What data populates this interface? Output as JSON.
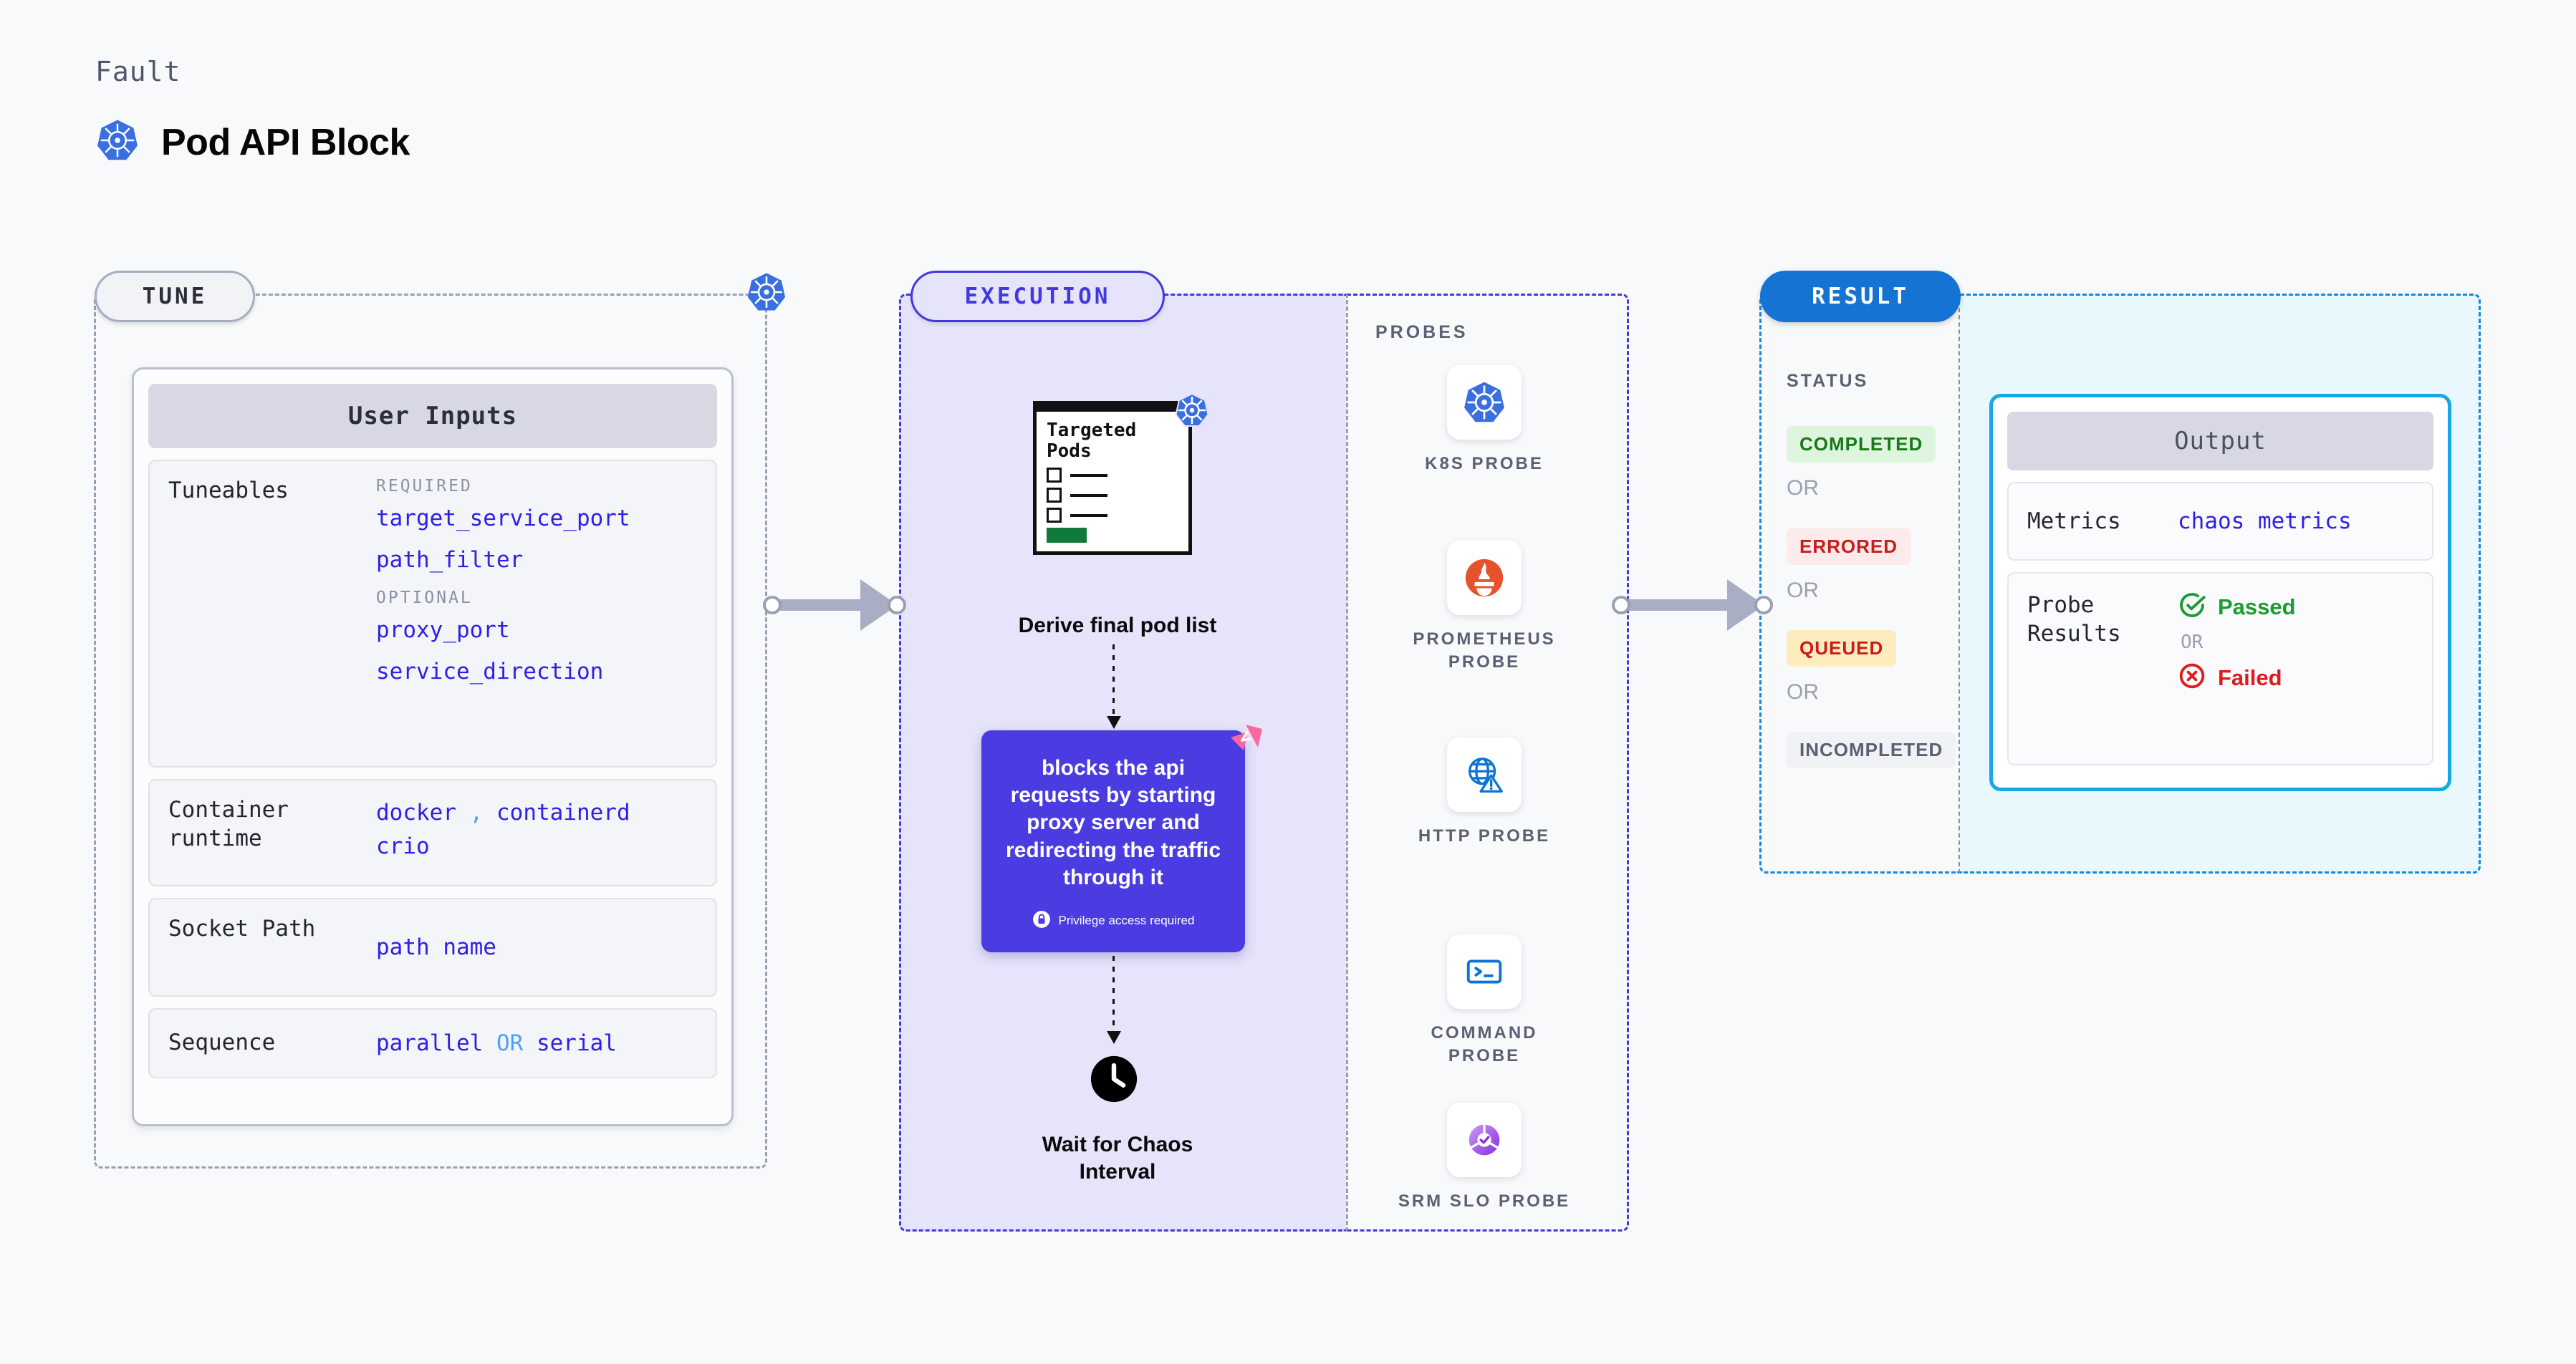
{
  "header": {
    "eyebrow": "Fault",
    "title": "Pod API Block",
    "icon": "kubernetes-icon"
  },
  "tune": {
    "badge": "TUNE",
    "border_icon": "kubernetes-icon",
    "card_title": "User Inputs",
    "rows": [
      {
        "label": "Tuneables",
        "groups": [
          {
            "title": "REQUIRED",
            "items": [
              "target_service_port",
              "path_filter"
            ]
          },
          {
            "title": "OPTIONAL",
            "items": [
              "proxy_port",
              "service_direction"
            ]
          }
        ]
      },
      {
        "label": "Container runtime",
        "values_line1": [
          "docker",
          "containerd"
        ],
        "values_line2": [
          "crio"
        ],
        "separator": ","
      },
      {
        "label": "Socket Path",
        "value": "path name"
      },
      {
        "label": "Sequence",
        "value_left": "parallel",
        "or": "OR",
        "value_right": "serial"
      }
    ]
  },
  "execution": {
    "badge": "EXECUTION",
    "pods_card": {
      "title": "Targeted Pods",
      "icon": "kubernetes-icon",
      "checkbox_rows": 3
    },
    "step1_label": "Derive final pod list",
    "action_box": {
      "text": "blocks the api requests by starting proxy server and redirecting the traffic through it",
      "privilege_note": "Privilege access required",
      "privilege_icon": "lock-icon",
      "corner_icon": "litmus-logo-icon",
      "color": "#4a3ce0"
    },
    "step2_label": "Wait for Chaos Interval",
    "step2_icon": "clock-icon"
  },
  "probes": {
    "title": "PROBES",
    "items": [
      {
        "name": "K8S PROBE",
        "icon": "kubernetes-icon"
      },
      {
        "name": "PROMETHEUS PROBE",
        "icon": "prometheus-icon"
      },
      {
        "name": "HTTP PROBE",
        "icon": "globe-warning-icon"
      },
      {
        "name": "COMMAND PROBE",
        "icon": "terminal-icon"
      },
      {
        "name": "SRM SLO PROBE",
        "icon": "slo-donut-icon"
      }
    ]
  },
  "result": {
    "badge": "RESULT",
    "status_title": "STATUS",
    "or_label": "OR",
    "statuses": [
      {
        "label": "COMPLETED",
        "color": "#177a17",
        "bg": "#ddf5dd"
      },
      {
        "label": "ERRORED",
        "color": "#c81c1c",
        "bg": "#fdeaea"
      },
      {
        "label": "QUEUED",
        "color": "#c81c1c",
        "bg": "#fdedbe"
      },
      {
        "label": "INCOMPLETED",
        "color": "#5b6073",
        "bg": "#f1f2f6"
      }
    ],
    "output": {
      "title": "Output",
      "metrics_label": "Metrics",
      "metrics_value": "chaos metrics",
      "probe_results_label": "Probe Results",
      "passed": "Passed",
      "passed_icon": "check-circle-icon",
      "failed": "Failed",
      "failed_icon": "x-circle-icon",
      "or_label": "OR"
    }
  }
}
